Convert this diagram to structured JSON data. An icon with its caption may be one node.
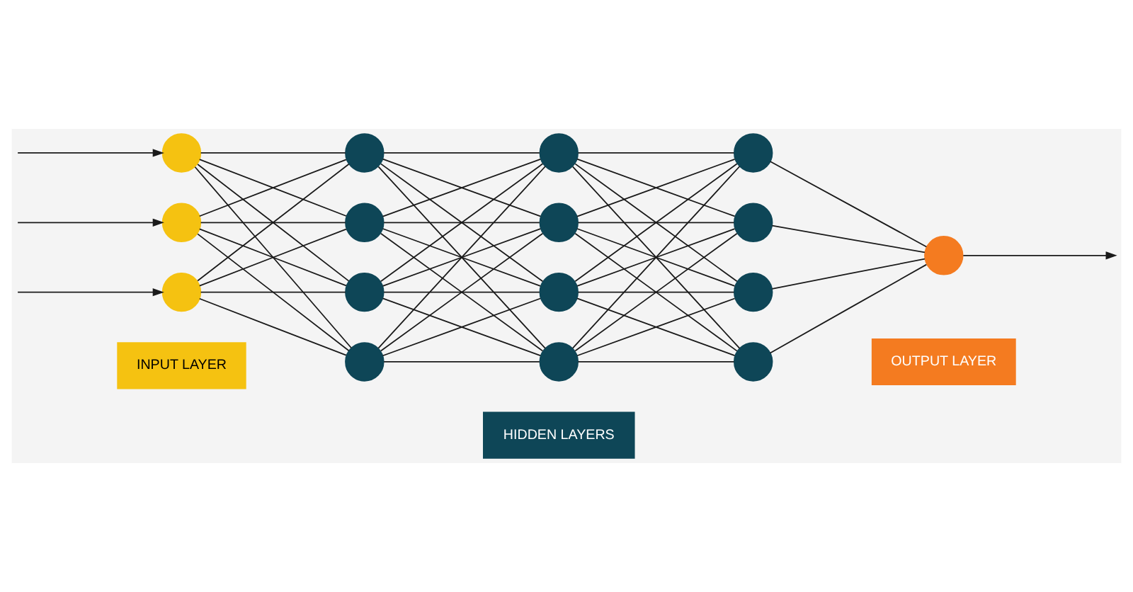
{
  "diagram": {
    "nodes": [
      {
        "text": [],
        "shape": "circle"
      },
      {
        "text": [],
        "shape": "circle"
      },
      {
        "text": [],
        "shape": "circle"
      },
      {
        "text": [],
        "shape": "circle"
      },
      {
        "text": [],
        "shape": "circle"
      },
      {
        "text": [],
        "shape": "circle"
      },
      {
        "text": [],
        "shape": "circle"
      },
      {
        "text": [],
        "shape": "circle"
      },
      {
        "text": [],
        "shape": "circle"
      },
      {
        "text": [],
        "shape": "circle"
      },
      {
        "text": [],
        "shape": "circle"
      },
      {
        "text": [],
        "shape": "circle"
      },
      {
        "text": [],
        "shape": "circle"
      },
      {
        "text": [],
        "shape": "circle"
      },
      {
        "text": [],
        "shape": "circle"
      },
      {
        "text": [],
        "shape": "circle"
      },
      {
        "text": [
          "INPUT LAYER"
        ]
      },
      {
        "text": [
          "HIDDEN LAYERS"
        ]
      },
      {
        "text": [
          "OUTPUT LAYER"
        ]
      }
    ],
    "edges": [
      {
        "from": null,
        "to": 0,
        "arrow": "to"
      },
      {
        "from": null,
        "to": 1,
        "arrow": "to"
      },
      {
        "from": null,
        "to": 2,
        "arrow": "to"
      },
      {
        "from": 0,
        "to": 3,
        "arrow": "none"
      },
      {
        "from": 0,
        "to": 4,
        "arrow": "none"
      },
      {
        "from": 0,
        "to": 5,
        "arrow": "none"
      },
      {
        "from": 0,
        "to": 6,
        "arrow": "none"
      },
      {
        "from": 1,
        "to": 3,
        "arrow": "none"
      },
      {
        "from": 1,
        "to": 4,
        "arrow": "none"
      },
      {
        "from": 1,
        "to": 5,
        "arrow": "none"
      },
      {
        "from": 1,
        "to": 6,
        "arrow": "none"
      },
      {
        "from": 2,
        "to": 3,
        "arrow": "none"
      },
      {
        "from": 2,
        "to": 4,
        "arrow": "none"
      },
      {
        "from": 2,
        "to": 5,
        "arrow": "none"
      },
      {
        "from": 2,
        "to": 6,
        "arrow": "none"
      },
      {
        "from": 3,
        "to": 7,
        "arrow": "none"
      },
      {
        "from": 3,
        "to": 8,
        "arrow": "none"
      },
      {
        "from": 3,
        "to": 9,
        "arrow": "none"
      },
      {
        "from": 3,
        "to": 10,
        "arrow": "none"
      },
      {
        "from": 4,
        "to": 7,
        "arrow": "none"
      },
      {
        "from": 4,
        "to": 8,
        "arrow": "none"
      },
      {
        "from": 4,
        "to": 9,
        "arrow": "none"
      },
      {
        "from": 4,
        "to": 10,
        "arrow": "none"
      },
      {
        "from": 5,
        "to": 7,
        "arrow": "none"
      },
      {
        "from": 5,
        "to": 8,
        "arrow": "none"
      },
      {
        "from": 5,
        "to": 9,
        "arrow": "none"
      },
      {
        "from": 5,
        "to": 10,
        "arrow": "none"
      },
      {
        "from": 6,
        "to": 7,
        "arrow": "none"
      },
      {
        "from": 6,
        "to": 8,
        "arrow": "none"
      },
      {
        "from": 6,
        "to": 9,
        "arrow": "none"
      },
      {
        "from": 6,
        "to": 10,
        "arrow": "none"
      },
      {
        "from": 7,
        "to": 11,
        "arrow": "none"
      },
      {
        "from": 7,
        "to": 12,
        "arrow": "none"
      },
      {
        "from": 7,
        "to": 13,
        "arrow": "none"
      },
      {
        "from": 7,
        "to": 14,
        "arrow": "none"
      },
      {
        "from": 8,
        "to": 11,
        "arrow": "none"
      },
      {
        "from": 8,
        "to": 12,
        "arrow": "none"
      },
      {
        "from": 8,
        "to": 13,
        "arrow": "none"
      },
      {
        "from": 8,
        "to": 14,
        "arrow": "none"
      },
      {
        "from": 9,
        "to": 11,
        "arrow": "none"
      },
      {
        "from": 9,
        "to": 12,
        "arrow": "none"
      },
      {
        "from": 9,
        "to": 13,
        "arrow": "none"
      },
      {
        "from": 9,
        "to": 14,
        "arrow": "none"
      },
      {
        "from": 10,
        "to": 11,
        "arrow": "none"
      },
      {
        "from": 10,
        "to": 12,
        "arrow": "none"
      },
      {
        "from": 10,
        "to": 13,
        "arrow": "none"
      },
      {
        "from": 10,
        "to": 14,
        "arrow": "none"
      },
      {
        "from": 11,
        "to": 15,
        "arrow": "none"
      },
      {
        "from": 12,
        "to": 15,
        "arrow": "none"
      },
      {
        "from": 13,
        "to": 15,
        "arrow": "none"
      },
      {
        "from": 14,
        "to": 15,
        "arrow": "none"
      },
      {
        "from": 15,
        "to": null,
        "arrow": "to"
      }
    ]
  }
}
